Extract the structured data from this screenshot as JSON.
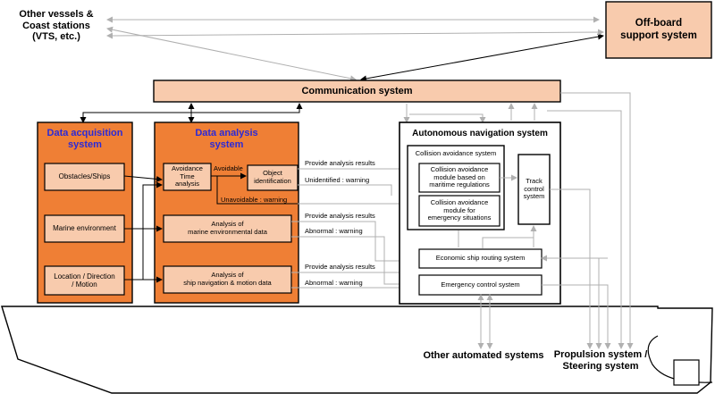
{
  "external": {
    "other_vessels": "Other vessels &\nCoast stations\n(VTS, etc.)",
    "offboard": "Off-board\nsupport system",
    "communication": "Communication system",
    "other_automated": "Other automated systems",
    "propulsion": "Propulsion system /\nSteering system"
  },
  "acquisition": {
    "title": "Data acquisition\nsystem",
    "obstacles": "Obstacles/Ships",
    "marine": "Marine environment",
    "location": "Location / Direction\n/ Motion"
  },
  "analysis": {
    "title": "Data analysis\nsystem",
    "avoidance_time": "Avoidance\nTime\nanalysis",
    "object_identification": "Object\nidentification",
    "marine_analysis": "Analysis of\nmarine environmental data",
    "nav_analysis": "Analysis of\nship navigation & motion data",
    "avoidable": "Avoidable",
    "unavoidable": "Unavoidable : warning"
  },
  "flows": {
    "provide1": "Provide analysis results",
    "unidentified": "Unidentified : warning",
    "provide2": "Provide analysis results",
    "abnormal1": "Abnormal : warning",
    "provide3": "Provide analysis results",
    "abnormal2": "Abnormal : warning"
  },
  "navigation": {
    "title": "Autonomous navigation system",
    "collision_system": "Collision avoidance system",
    "module_regulations": "Collision avoidance\nmodule based on\nmaritime regulations",
    "module_emergency": "Collision avoidance\nmodule for\nemergency situations",
    "track_control": "Track\ncontrol\nsystem",
    "economic_routing": "Economic ship routing system",
    "emergency_control": "Emergency control system"
  },
  "colors": {
    "orange": "#ef7f35",
    "peach": "#f8cbad",
    "title_blue": "#2a2ad8",
    "gray_arrow": "#b0b0b0"
  }
}
